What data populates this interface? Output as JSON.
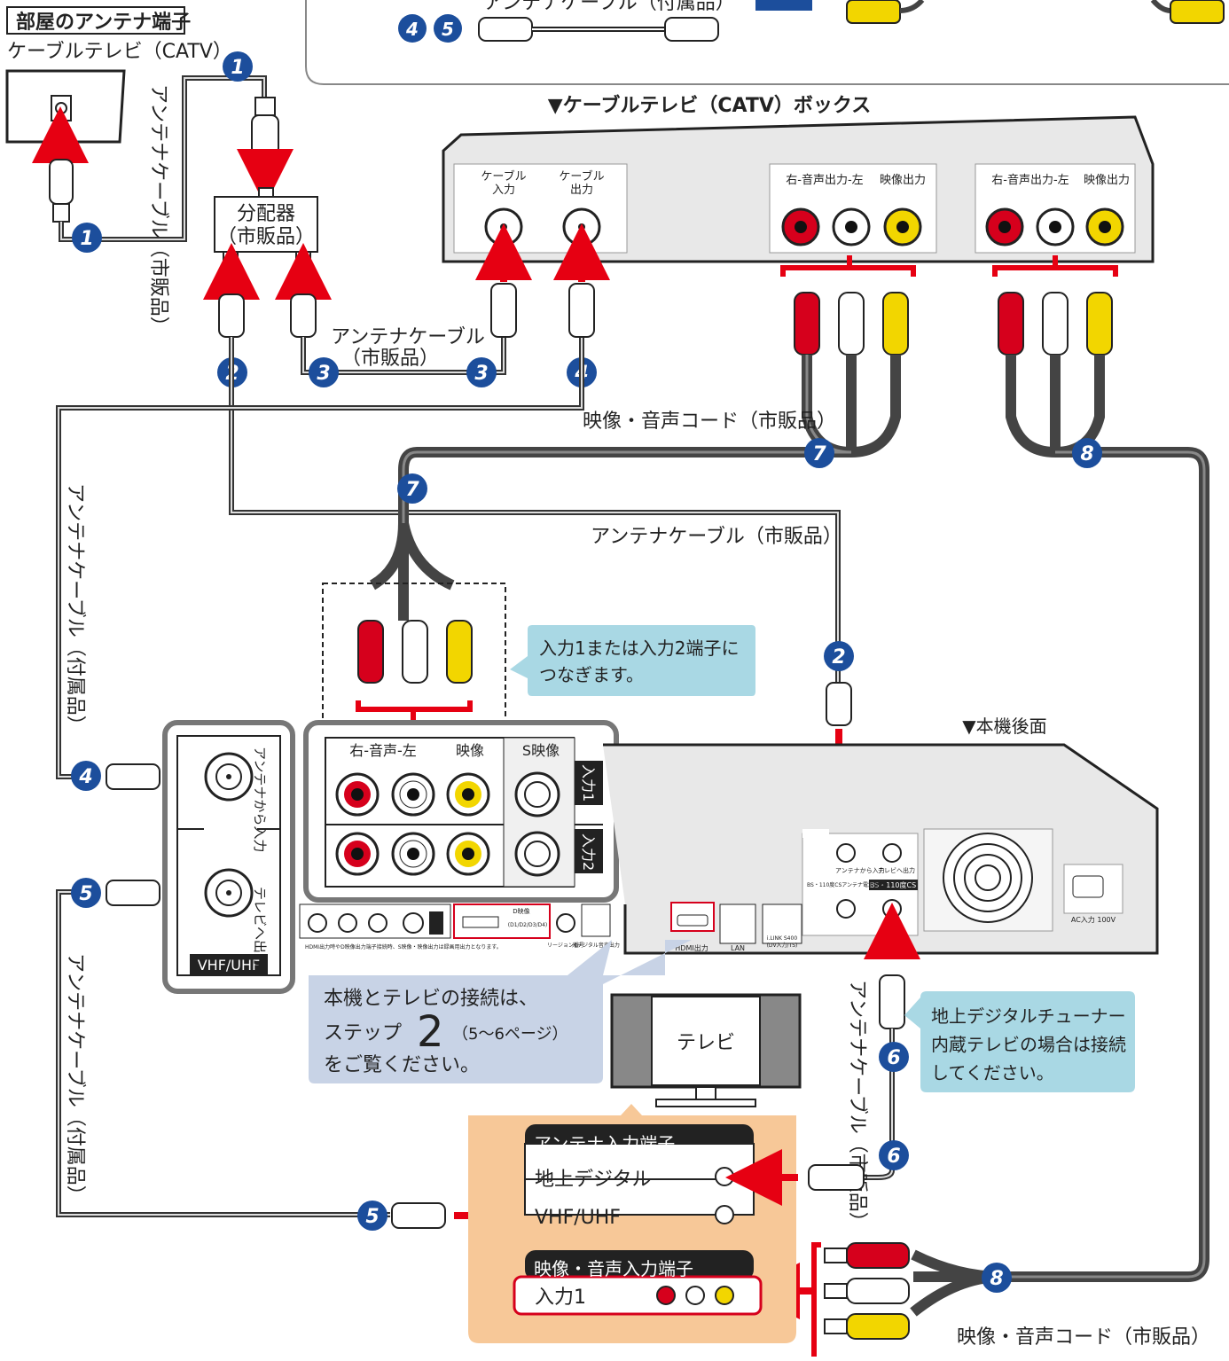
{
  "colors": {
    "step_badge": "#1c4e9c",
    "arrow_red": "#e60012",
    "callout_blue": "#a9d8e4",
    "callout_gray": "#c8d3e6",
    "tv_input_panel": "#f7c898",
    "video_yellow": "#f2d600",
    "audio_red": "#d6001c",
    "audio_white": "#ffffff"
  },
  "header": {
    "room_terminal": "部屋のアンテナ端子",
    "catv": "ケーブルテレビ（CATV）",
    "included_antenna_cable": "アンテナケーブル（付属品）"
  },
  "labels": {
    "splitter_1": "分配器",
    "splitter_2": "（市販品）",
    "antenna_cable_retail_v": "アンテナケーブル（市販品）",
    "antenna_cable_retail_1": "アンテナケーブル",
    "antenna_cable_retail_2": "（市販品）",
    "antenna_cable_retail_h": "アンテナケーブル（市販品）",
    "av_cord_retail": "映像・音声コード（市販品）",
    "antenna_cable_included": "アンテナケーブル（付属品）"
  },
  "catv_box": {
    "title": "▼ケーブルテレビ（CATV）ボックス",
    "cable_in_1": "ケーブル",
    "cable_in_2": "入力",
    "cable_out_1": "ケーブル",
    "cable_out_2": "出力",
    "audio_out": "右-音声出力-左",
    "video_out": "映像出力"
  },
  "recorder": {
    "title": "▼本機後面",
    "terrestrial": "地上デジタル",
    "ant_in": "アンテナから入力",
    "tv_out": "テレビへ出力",
    "bs_cs": "BS・110度CS",
    "bs_power": "BS・110度CSアンテナ電源重畳",
    "hdmi_out": "HDMI出力",
    "lan": "LAN",
    "ilink": "i.LINK S400",
    "ilink_sub": "(DV入力/TS)",
    "ac_in": "AC入力 100V",
    "region": "リージョン番号",
    "optical": "光デジタル音声出力",
    "d_video": "D映像",
    "d_sub": "(D1/D2/D3/D4)",
    "hdmi_note": "HDMI出力時やD映像出力端子接続時、S映像・映像出力は録画用出力となります。"
  },
  "vhf_panel": {
    "from_antenna_in": "アンテナから入力",
    "to_tv_out": "テレビへ出力",
    "name": "VHF/UHF"
  },
  "av_panel": {
    "audio": "右-音声-左",
    "video": "映像",
    "s_video": "S映像",
    "input1": "入力1",
    "input2": "入力2"
  },
  "callouts": {
    "input_hint_1": "入力1または入力2端子に",
    "input_hint_2": "つなぎます。",
    "see_step_1": "本機とテレビの接続は、",
    "see_step_a": "ステップ",
    "see_step_num": "2",
    "see_step_b": "（5～6ページ）",
    "see_step_2": "をご覧ください。",
    "digital_tuner_1": "地上デジタルチューナー",
    "digital_tuner_2": "内蔵テレビの場合は接続",
    "digital_tuner_3": "してください。"
  },
  "tv": {
    "label": "テレビ",
    "antenna_input_title": "アンテナ入力端子",
    "terrestrial_digital": "地上デジタル",
    "vhf_uhf": "VHF/UHF",
    "av_input_title": "映像・音声入力端子",
    "input1": "入力1"
  },
  "steps": [
    "1",
    "2",
    "3",
    "4",
    "5",
    "6",
    "7",
    "8"
  ]
}
